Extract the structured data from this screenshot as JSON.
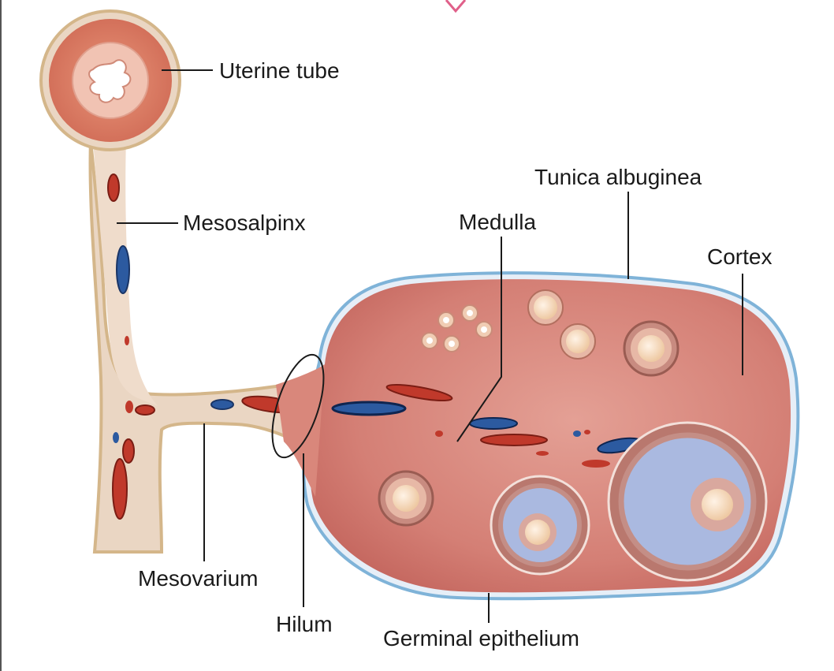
{
  "labels": {
    "uterine_tube": "Uterine tube",
    "mesosalpinx": "Mesosalpinx",
    "mesovarium": "Mesovarium",
    "hilum": "Hilum",
    "germinal_epithelium": "Germinal epithelium",
    "medulla": "Medulla",
    "tunica_albuginea": "Tunica albuginea",
    "cortex": "Cortex"
  },
  "colors": {
    "stroma": "#d9837a",
    "stroma_dark": "#c0605a",
    "tube_wall": "#e0866c",
    "tube_lumen": "#f1c3b3",
    "capsule": "#7fb3d8",
    "mesentery": "#ead6c3",
    "mesentery_edge": "#d4b68a",
    "artery": "#c0392b",
    "vein": "#2c5aa0",
    "oocyte": "#f6d8b8",
    "antrum": "#aab9e0"
  }
}
